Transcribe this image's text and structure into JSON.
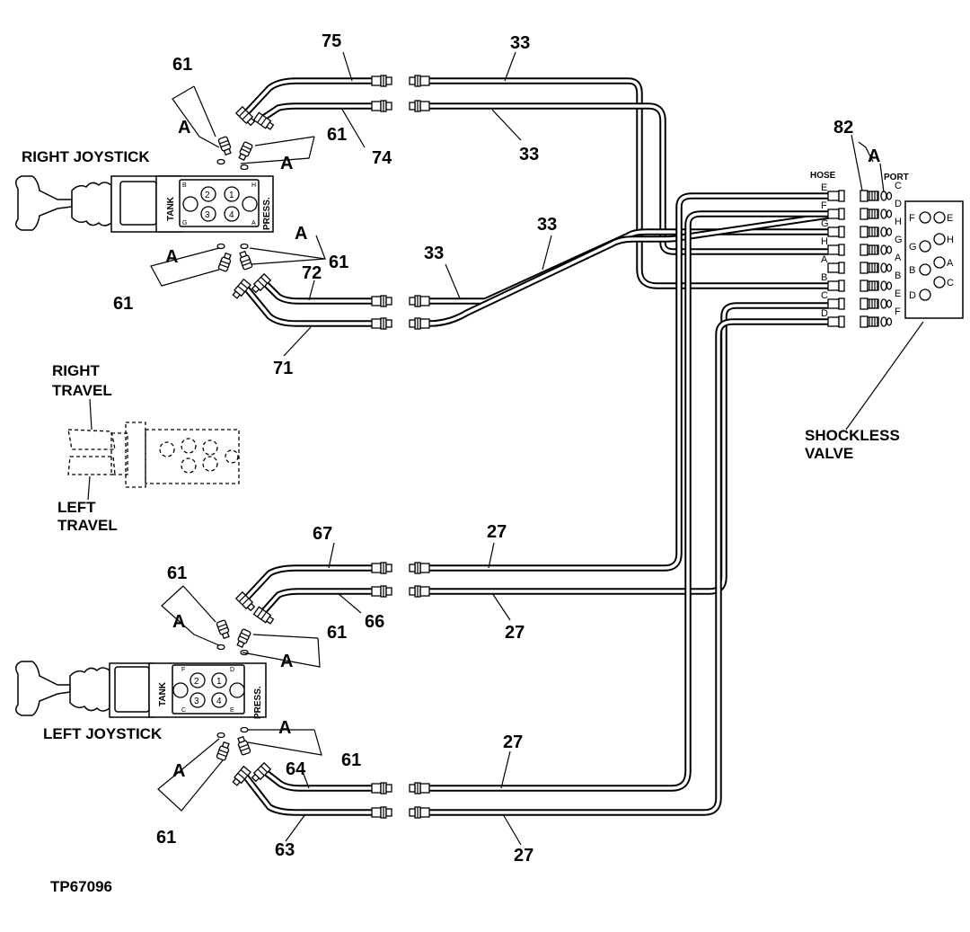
{
  "diagram": {
    "labels": {
      "right_joystick": "RIGHT JOYSTICK",
      "left_joystick": "LEFT JOYSTICK",
      "right_travel_1": "RIGHT",
      "right_travel_2": "TRAVEL",
      "left_travel_1": "LEFT",
      "left_travel_2": "TRAVEL",
      "shockless_1": "SHOCKLESS",
      "shockless_2": "VALVE",
      "figure_id": "TP67096",
      "hose_header": "HOSE",
      "port_header": "PORT",
      "tank": "TANK",
      "press": "PRESS."
    },
    "callouts": {
      "c75": "75",
      "c74": "74",
      "c72": "72",
      "c71": "71",
      "c67": "67",
      "c66": "66",
      "c64": "64",
      "c63": "63",
      "c33a": "33",
      "c33b": "33",
      "c33c": "33",
      "c33d": "33",
      "c27a": "27",
      "c27b": "27",
      "c27c": "27",
      "c27d": "27",
      "c82": "82",
      "c61": "61",
      "cA": "A"
    },
    "hose_letters": [
      "E",
      "F",
      "G",
      "H",
      "A",
      "B",
      "C",
      "D"
    ],
    "port_letters": [
      "C",
      "D",
      "H",
      "G",
      "A",
      "B",
      "E",
      "F"
    ],
    "valve_ports": [
      "F",
      "E",
      "G",
      "H",
      "A",
      "B",
      "C",
      "D"
    ],
    "right_joystick_ports": [
      "2",
      "1",
      "3",
      "4"
    ],
    "right_joystick_corner_letters": [
      "B",
      "H",
      "G",
      "A"
    ],
    "left_joystick_ports": [
      "2",
      "1",
      "3",
      "4"
    ],
    "left_joystick_corner_letters": [
      "F",
      "D",
      "C",
      "E"
    ]
  }
}
